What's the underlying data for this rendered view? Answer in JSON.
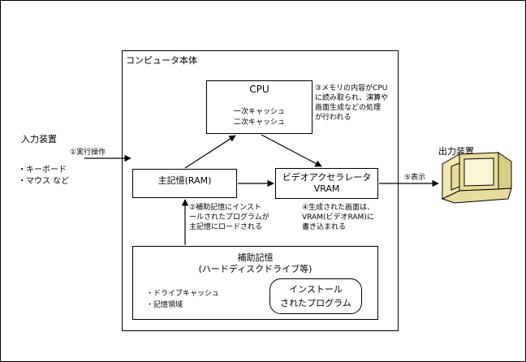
{
  "left": {
    "input_device": "入力装置",
    "op_label": "①実行操作",
    "bullets": [
      "・キーボード",
      "・マウス など"
    ]
  },
  "computer": {
    "title": "コンピュータ本体",
    "cpu": {
      "name": "CPU",
      "cache1": "一次キャッシュ",
      "cache2": "二次キャッシュ"
    },
    "ram": "主記憶(RAM)",
    "video": {
      "line1": "ビデオアクセラレータ",
      "line2": "VRAM"
    },
    "aux": {
      "title": "補助記憶",
      "subtitle": "(ハードディスクドライブ等)",
      "items": [
        "・ドライブキャッシュ",
        "・記憶領域"
      ],
      "program_line1": "インストール",
      "program_line2": "されたプログラム"
    }
  },
  "notes": {
    "step2": [
      "②補助記憶にインスト",
      "ールされたプログラムが",
      "主記憶にロードされる"
    ],
    "step3": [
      "③メモリの内容がCPU",
      "に読み取られ、演算や",
      "画面生成などの処理",
      "が行われる"
    ],
    "step4": [
      "④生成された画面は、",
      "VRAM(ビデオRAM)に",
      "書き込まれる"
    ],
    "step5": "⑤表示"
  },
  "right": {
    "output_device": "出力装置"
  }
}
